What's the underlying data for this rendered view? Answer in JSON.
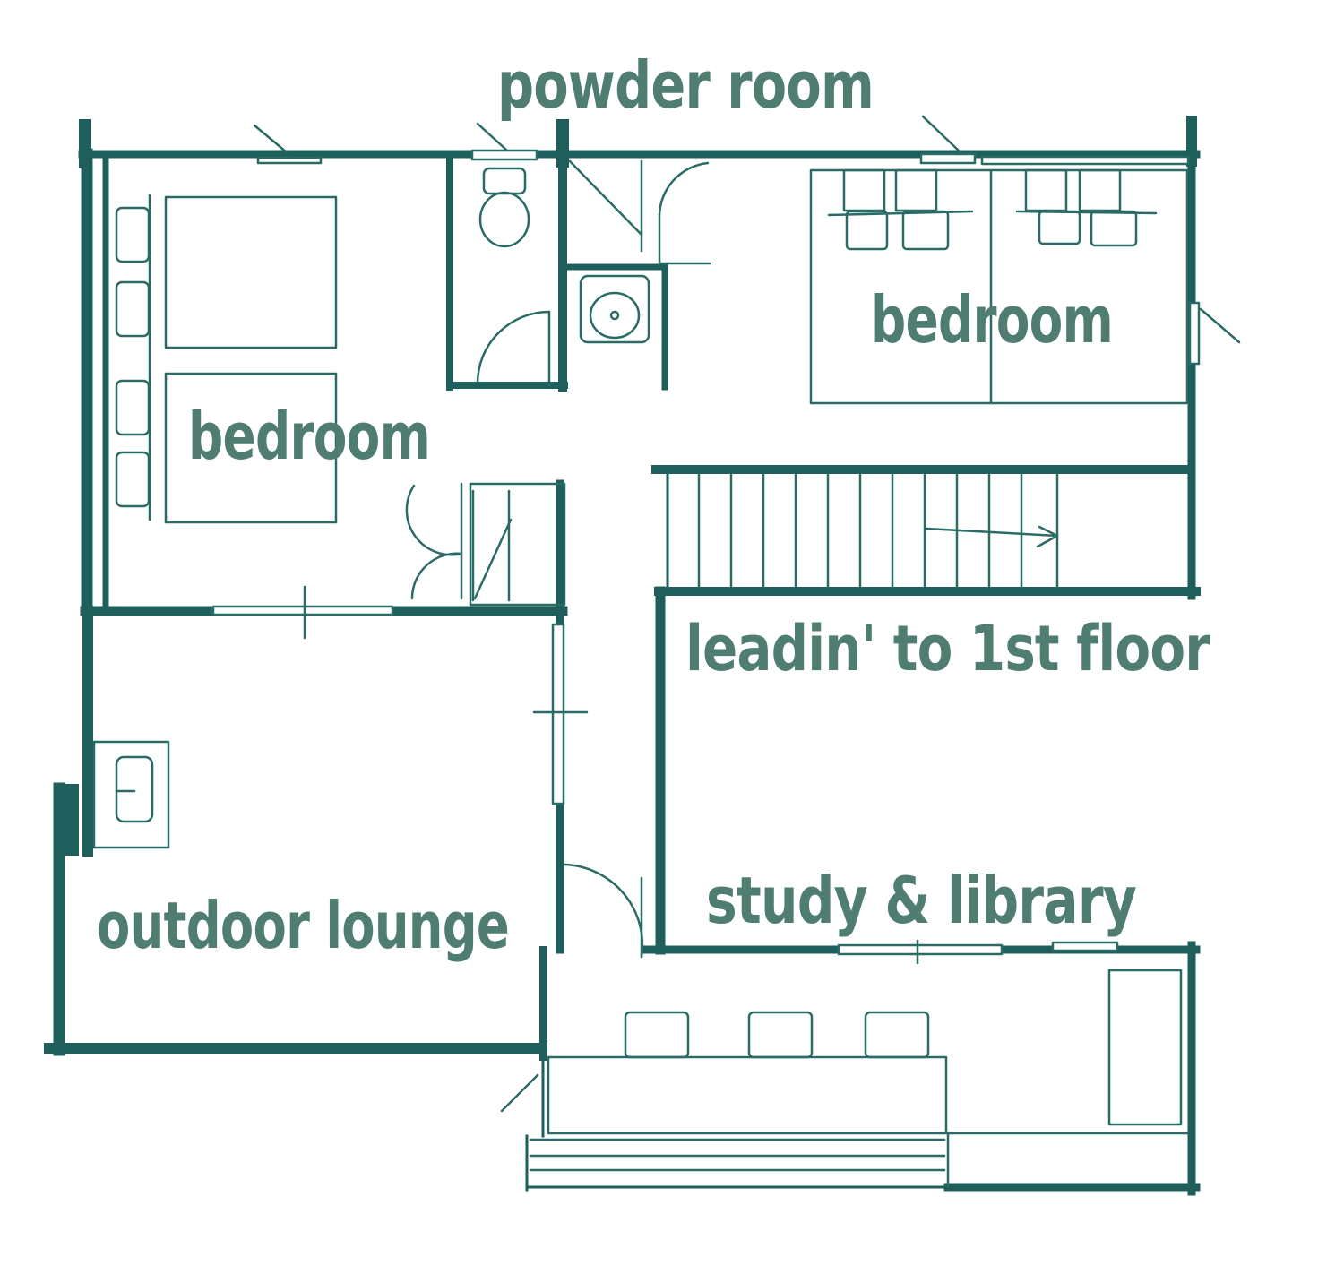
{
  "colors": {
    "wall": "#1f5f5b",
    "ink": "#2a6b66",
    "label": "#4f7d72",
    "background": "#ffffff"
  },
  "labels": {
    "powder_room": "powder room",
    "bedroom_left": "bedroom",
    "bedroom_right": "bedroom",
    "stair": "leadin' to 1st floor",
    "lounge": "outdoor lounge",
    "study": "study & library"
  }
}
